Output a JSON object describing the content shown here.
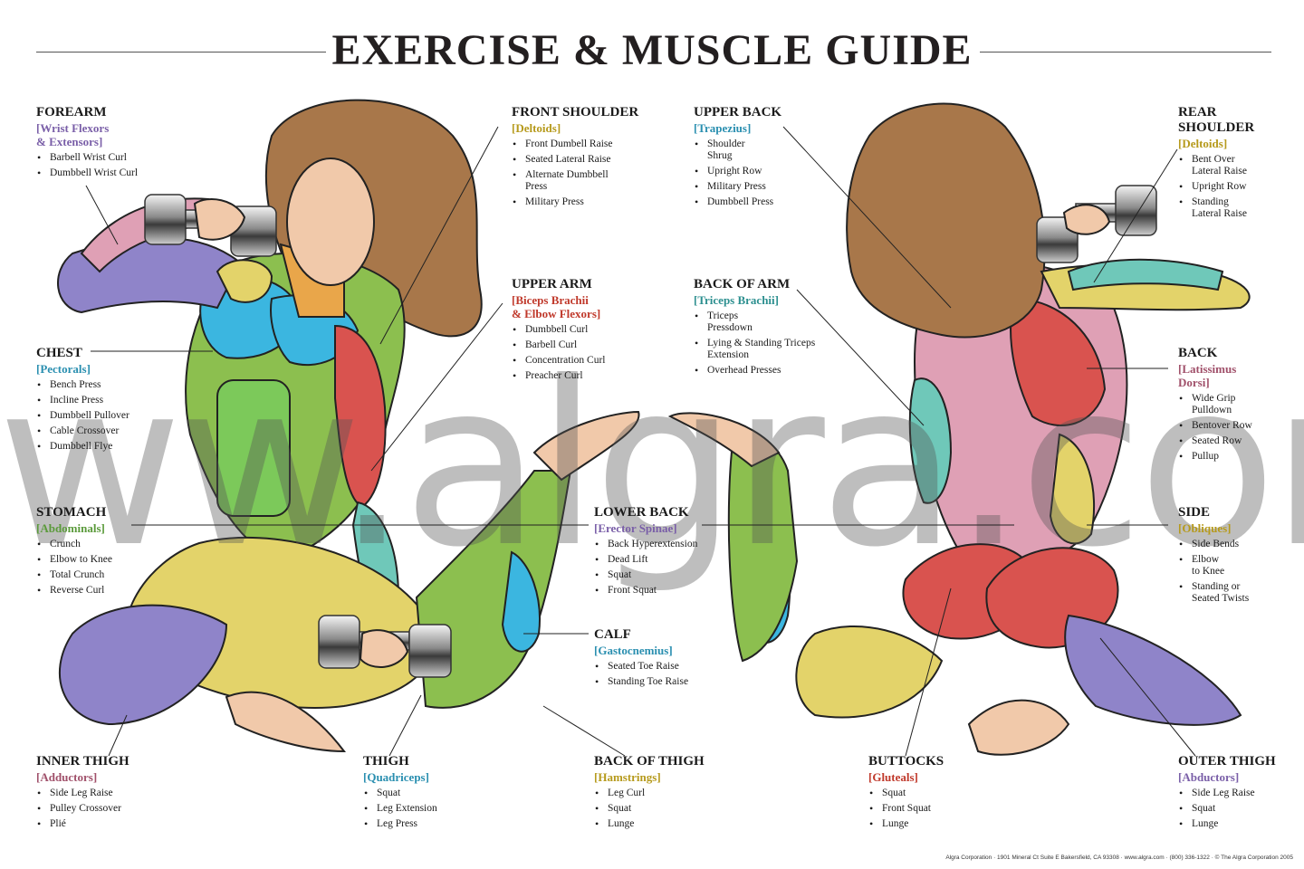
{
  "title": "EXERCISE & MUSCLE GUIDE",
  "watermark": "www.algra.com",
  "footer": "Algra Corporation · 1901 Mineral Ct Suite E Bakersfield, CA 93308 · www.algra.com · (800) 336-1322 · © The Algra Corporation 2005",
  "colors": {
    "sci_purple": "#7a5fa8",
    "sci_yellow": "#b69a1c",
    "sci_blue": "#2a8fb0",
    "sci_red": "#c0392b",
    "sci_orange": "#d47e1a",
    "sci_teal": "#2c8f8f",
    "sci_pink": "#a0506a",
    "sci_green": "#5a9a3a",
    "hair": "#a8774a",
    "skin": "#f1c9aa",
    "muscle_red": "#d9534f",
    "muscle_blue": "#3bb6e0",
    "muscle_yellow": "#e3d36a",
    "muscle_green": "#8cbf4f",
    "muscle_purple": "#8f84c9",
    "muscle_pink": "#dfa0b5",
    "muscle_teal": "#6fc8b9"
  },
  "labels": {
    "forearm": {
      "name": "FOREARM",
      "sci": "[Wrist Flexors\n & Extensors]",
      "color": "#7a5fa8",
      "items": [
        "Barbell Wrist Curl",
        "Dumbbell Wrist Curl"
      ]
    },
    "front_shoulder": {
      "name": "FRONT SHOULDER",
      "sci": "[Deltoids]",
      "color": "#b69a1c",
      "items": [
        "Front Dumbell Raise",
        "Seated Lateral Raise",
        "Alternate Dumbbell\nPress",
        "Military Press"
      ]
    },
    "upper_back": {
      "name": "UPPER BACK",
      "sci": "[Trapezius]",
      "color": "#2a8fb0",
      "items": [
        "Shoulder\nShrug",
        "Upright Row",
        "Military Press",
        "Dumbbell Press"
      ]
    },
    "rear_shoulder": {
      "name": "REAR\nSHOULDER",
      "sci": "[Deltoids]",
      "color": "#b69a1c",
      "items": [
        "Bent Over\nLateral Raise",
        "Upright Row",
        "Standing\nLateral Raise"
      ]
    },
    "chest": {
      "name": "CHEST",
      "sci": "[Pectorals]",
      "color": "#2a8fb0",
      "items": [
        "Bench Press",
        "Incline Press",
        "Dumbbell Pullover",
        "Cable Crossover",
        "Dumbbell Flye"
      ]
    },
    "upper_arm": {
      "name": "UPPER ARM",
      "sci": "[Biceps Brachii\n & Elbow Flexors]",
      "color": "#c0392b",
      "items": [
        "Dumbbell Curl",
        "Barbell Curl",
        "Concentration Curl",
        "Preacher Curl"
      ]
    },
    "back_of_arm": {
      "name": "BACK OF ARM",
      "sci": "[Triceps Brachii]",
      "color": "#2c8f8f",
      "items": [
        "Triceps\nPressdown",
        "Lying & Standing Triceps\nExtension",
        "Overhead Presses"
      ]
    },
    "back": {
      "name": "BACK",
      "sci": "[Latissimus\n Dorsi]",
      "color": "#a0506a",
      "items": [
        "Wide Grip\nPulldown",
        "Bentover Row",
        "Seated Row",
        "Pullup"
      ]
    },
    "stomach": {
      "name": "STOMACH",
      "sci": "[Abdominals]",
      "color": "#5a9a3a",
      "items": [
        "Crunch",
        "Elbow to Knee",
        "Total Crunch",
        "Reverse Curl"
      ]
    },
    "lower_back": {
      "name": "LOWER BACK",
      "sci": "[Erector Spinae]",
      "color": "#7a5fa8",
      "items": [
        "Back Hyperextension",
        "Dead Lift",
        "Squat",
        "Front Squat"
      ]
    },
    "side": {
      "name": "SIDE",
      "sci": "[Obliques]",
      "color": "#b69a1c",
      "items": [
        "Side Bends",
        "Elbow\nto Knee",
        "Standing or\nSeated Twists"
      ]
    },
    "calf": {
      "name": "CALF",
      "sci": "[Gastocnemius]",
      "color": "#2a8fb0",
      "items": [
        "Seated Toe Raise",
        "Standing Toe Raise"
      ]
    },
    "inner_thigh": {
      "name": "INNER THIGH",
      "sci": "[Adductors]",
      "color": "#a0506a",
      "items": [
        "Side Leg Raise",
        "Pulley Crossover",
        "Plié"
      ]
    },
    "thigh": {
      "name": "THIGH",
      "sci": "[Quadriceps]",
      "color": "#2a8fb0",
      "items": [
        "Squat",
        "Leg Extension",
        "Leg Press"
      ]
    },
    "back_of_thigh": {
      "name": "BACK OF THIGH",
      "sci": "[Hamstrings]",
      "color": "#b69a1c",
      "items": [
        "Leg Curl",
        "Squat",
        "Lunge"
      ]
    },
    "buttocks": {
      "name": "BUTTOCKS",
      "sci": "[Gluteals]",
      "color": "#c0392b",
      "items": [
        "Squat",
        "Front Squat",
        "Lunge"
      ]
    },
    "outer_thigh": {
      "name": "OUTER THIGH",
      "sci": "[Abductors]",
      "color": "#7a5fa8",
      "items": [
        "Side Leg Raise",
        "Squat",
        "Lunge"
      ]
    }
  }
}
